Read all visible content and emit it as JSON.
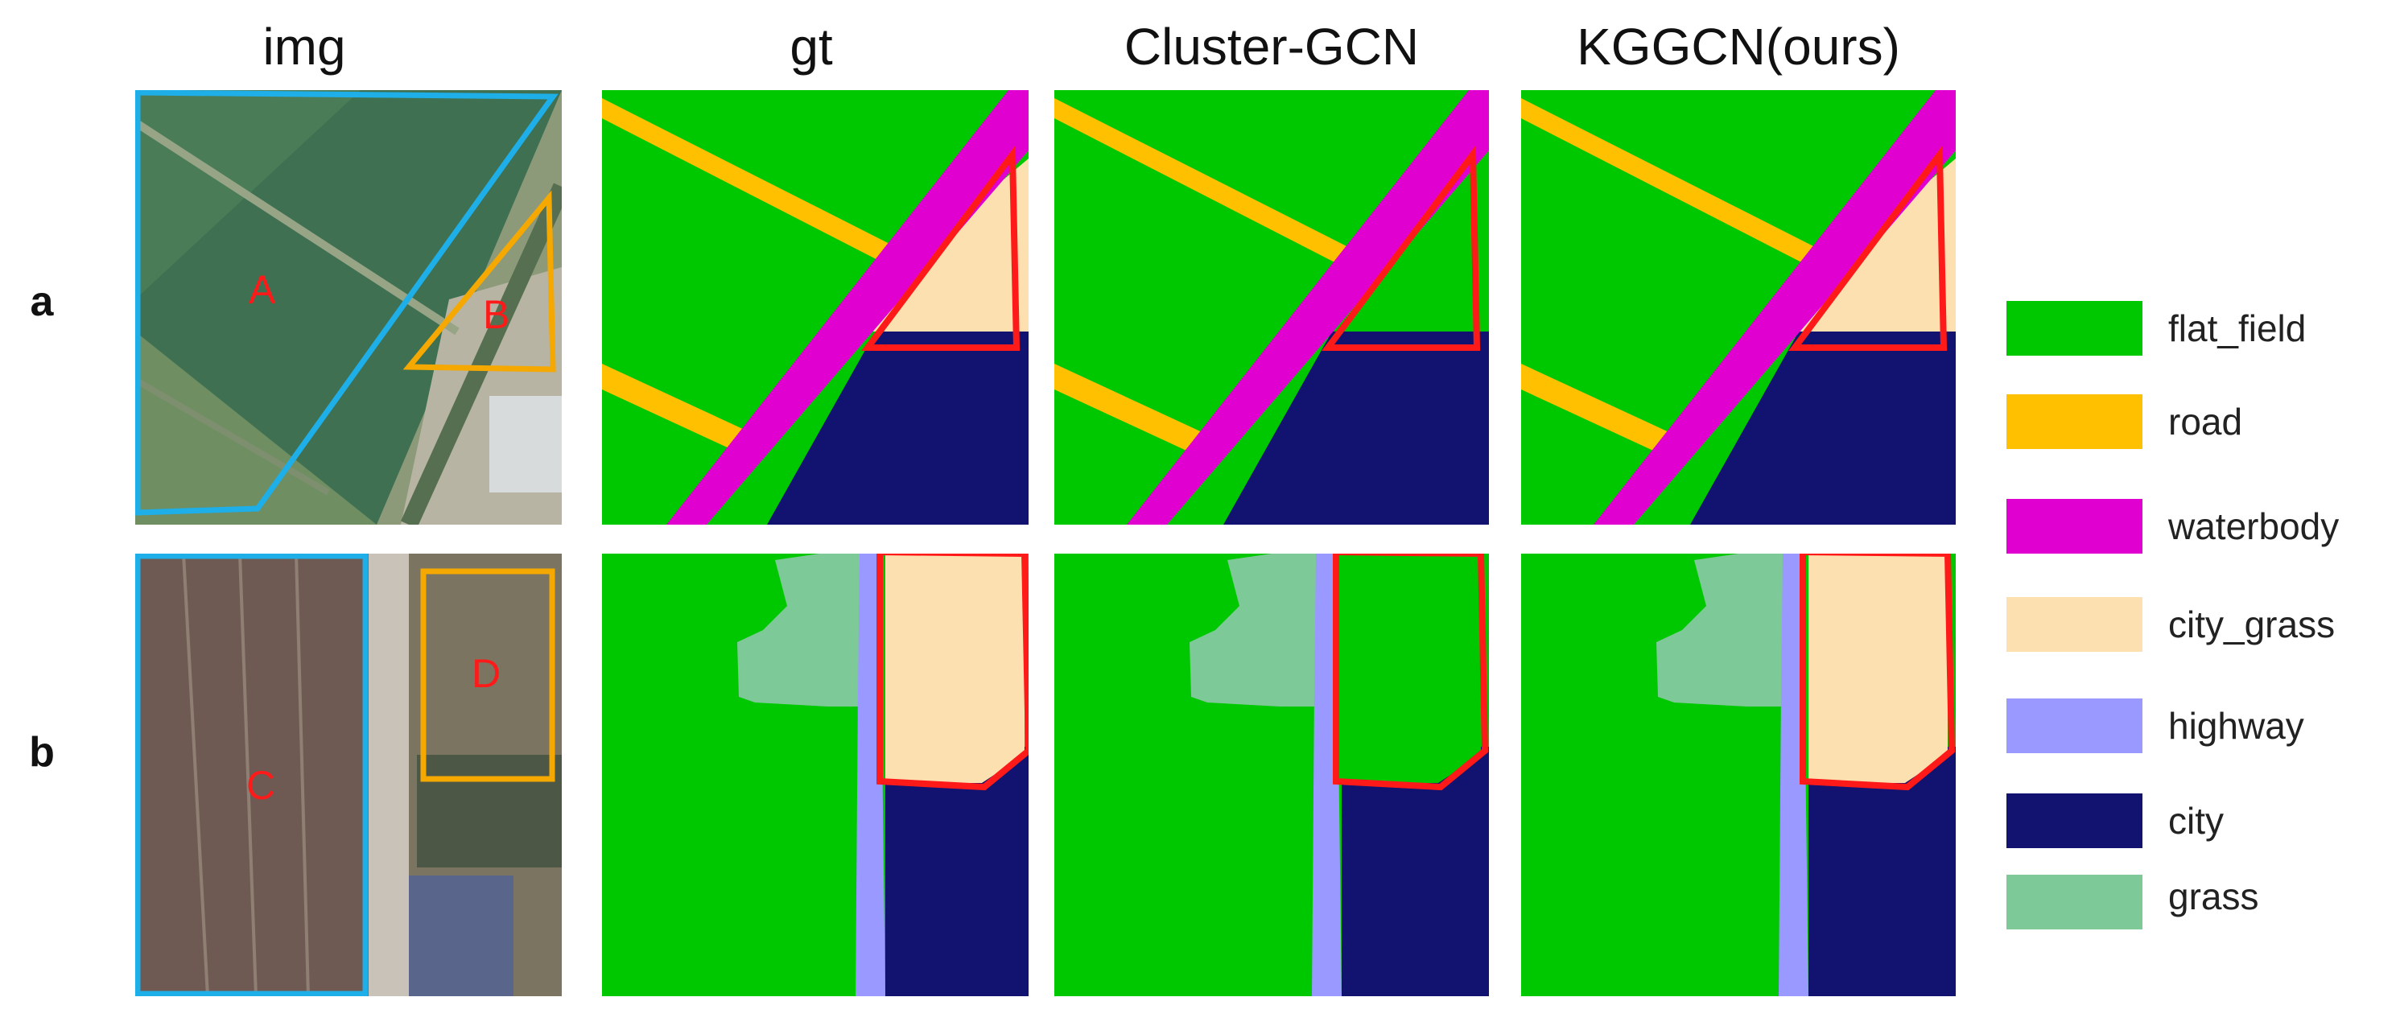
{
  "columns": {
    "img": "img",
    "gt": "gt",
    "cluster_gcn": "Cluster-GCN",
    "kggcn": "KGGCN(ours)"
  },
  "rows": {
    "a": "a",
    "b": "b"
  },
  "region_labels": {
    "A": "A",
    "B": "B",
    "C": "C",
    "D": "D"
  },
  "legend": [
    {
      "label": "flat_field",
      "color": "#00c800"
    },
    {
      "label": "road",
      "color": "#ffc000"
    },
    {
      "label": "waterbody",
      "color": "#e000d0"
    },
    {
      "label": "city_grass",
      "color": "#fde0b0"
    },
    {
      "label": "highway",
      "color": "#9999ff"
    },
    {
      "label": "city",
      "color": "#121370"
    },
    {
      "label": "grass",
      "color": "#7ec998"
    }
  ],
  "colors": {
    "region_a_outline": "#1eaee8",
    "region_b_outline": "#f5a800",
    "error_highlight": "#ff1a1a"
  }
}
